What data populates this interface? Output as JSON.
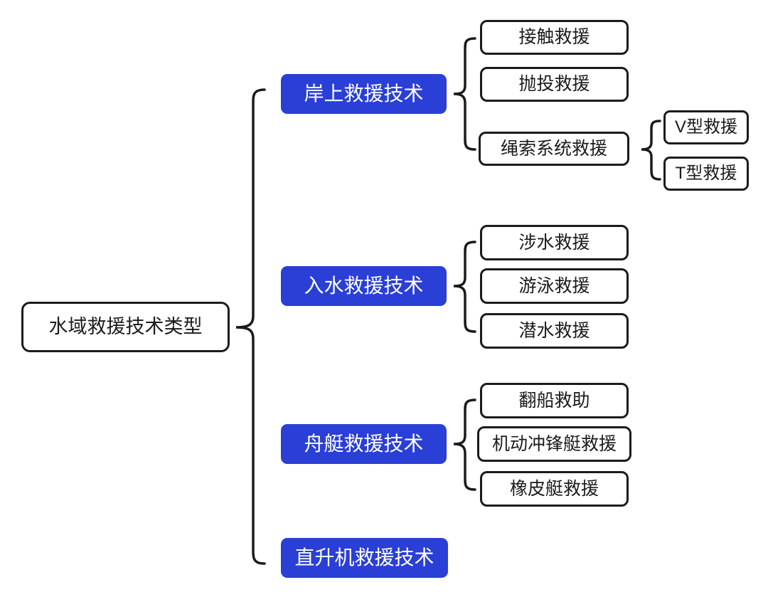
{
  "diagram": {
    "title": "水域救援技术类型",
    "colors": {
      "branch_fill": "#2a3fd6",
      "branch_text": "#ffffff",
      "node_border": "#1b1b1b",
      "node_fill": "#ffffff",
      "node_text": "#1b1b1b",
      "background": "#ffffff"
    },
    "root": {
      "label": "水域救援技术类型"
    },
    "branches": [
      {
        "label": "岸上救援技术",
        "children": [
          {
            "label": "接触救援",
            "children": []
          },
          {
            "label": "抛投救援",
            "children": []
          },
          {
            "label": "绳索系统救援",
            "children": [
              {
                "label": "V型救援"
              },
              {
                "label": "T型救援"
              }
            ]
          }
        ]
      },
      {
        "label": "入水救援技术",
        "children": [
          {
            "label": "涉水救援",
            "children": []
          },
          {
            "label": "游泳救援",
            "children": []
          },
          {
            "label": "潜水救援",
            "children": []
          }
        ]
      },
      {
        "label": "舟艇救援技术",
        "children": [
          {
            "label": "翻船救助",
            "children": []
          },
          {
            "label": "机动冲锋艇救援",
            "children": []
          },
          {
            "label": "橡皮艇救援",
            "children": []
          }
        ]
      },
      {
        "label": "直升机救援技术",
        "children": []
      }
    ]
  }
}
